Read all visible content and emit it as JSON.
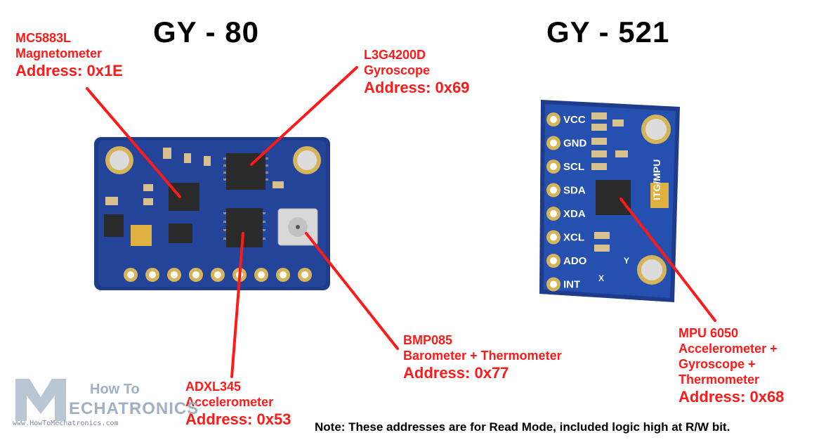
{
  "titles": {
    "left": "GY - 80",
    "right": "GY - 521"
  },
  "labels": {
    "mag": {
      "name": "MC5883L",
      "desc": "Magnetometer",
      "addr": "Address: 0x1E"
    },
    "gyro": {
      "name": "L3G4200D",
      "desc": "Gyroscope",
      "addr": "Address: 0x69"
    },
    "baro": {
      "name": "BMP085",
      "desc": "Barometer + Thermometer",
      "addr": "Address: 0x77"
    },
    "accel": {
      "name": "ADXL345",
      "desc": "Accelerometer",
      "addr": "Address: 0x53"
    },
    "mpu": {
      "name": "MPU 6050",
      "desc1": "Accelerometer +",
      "desc2": "Gyroscope +",
      "desc3": "Thermometer",
      "addr": "Address: 0x68"
    }
  },
  "gy521_pins": [
    "VCC",
    "GND",
    "SCL",
    "SDA",
    "XDA",
    "XCL",
    "ADO",
    "INT"
  ],
  "chip_marking": "ITG/MPU",
  "axis_labels": {
    "x": "X",
    "y": "Y"
  },
  "note": "Note: These addresses are for Read Mode, included logic high at R/W bit.",
  "logo": {
    "top": "How To",
    "bottom": "ECHATRONICS",
    "url": "www.HowToMechatronics.com"
  },
  "colors": {
    "pcb": "#1f3c8c",
    "pcb_dark": "#14296a",
    "label_red": "#ff1a1a",
    "pad_gold": "#d6b45a"
  }
}
